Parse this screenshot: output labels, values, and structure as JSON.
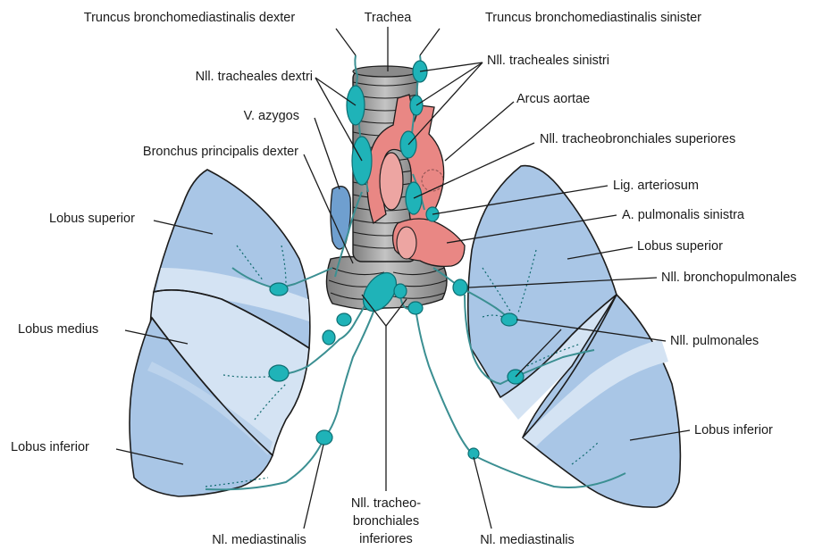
{
  "labels": {
    "truncus_dexter": "Truncus bronchomediastinalis dexter",
    "trachea": "Trachea",
    "truncus_sinister": "Truncus bronchomediastinalis sinister",
    "nll_tracheales_dextri": "Nll. tracheales dextri",
    "nll_tracheales_sinistri": "Nll. tracheales sinistri",
    "arcus_aortae": "Arcus aortae",
    "v_azygos": "V. azygos",
    "nll_tracheobronchiales_superiores": "Nll. tracheobronchiales superiores",
    "bronchus_principalis_dexter": "Bronchus principalis dexter",
    "lig_arteriosum": "Lig. arteriosum",
    "a_pulmonalis_sinistra": "A. pulmonalis sinistra",
    "lobus_superior_right": "Lobus superior",
    "lobus_superior_left": "Lobus superior",
    "nll_bronchopulmonales": "Nll. bronchopulmonales",
    "lobus_medius": "Lobus medius",
    "nll_pulmonales": "Nll. pulmonales",
    "lobus_inferior_right": "Lobus inferior",
    "lobus_inferior_left": "Lobus inferior",
    "nll_tracheobronchiales_inferiores_1": "Nll. tracheo-",
    "nll_tracheobronchiales_inferiores_2": "bronchiales",
    "nll_tracheobronchiales_inferiores_3": "inferiores",
    "nl_mediastinalis_right": "Nl. mediastinalis",
    "nl_mediastinalis_left": "Nl. mediastinalis"
  },
  "colors": {
    "lung_fill": "#a9c6e6",
    "lung_light": "#d4e3f3",
    "lung_stroke": "#1c1c1c",
    "trachea_fill": "#9b9b9b",
    "aorta_fill": "#e98784",
    "node_fill": "#1fb3b8",
    "node_stroke": "#0d6e72",
    "lymph_vessel": "#3b8f92",
    "vein_fill": "#6f9fcf"
  }
}
